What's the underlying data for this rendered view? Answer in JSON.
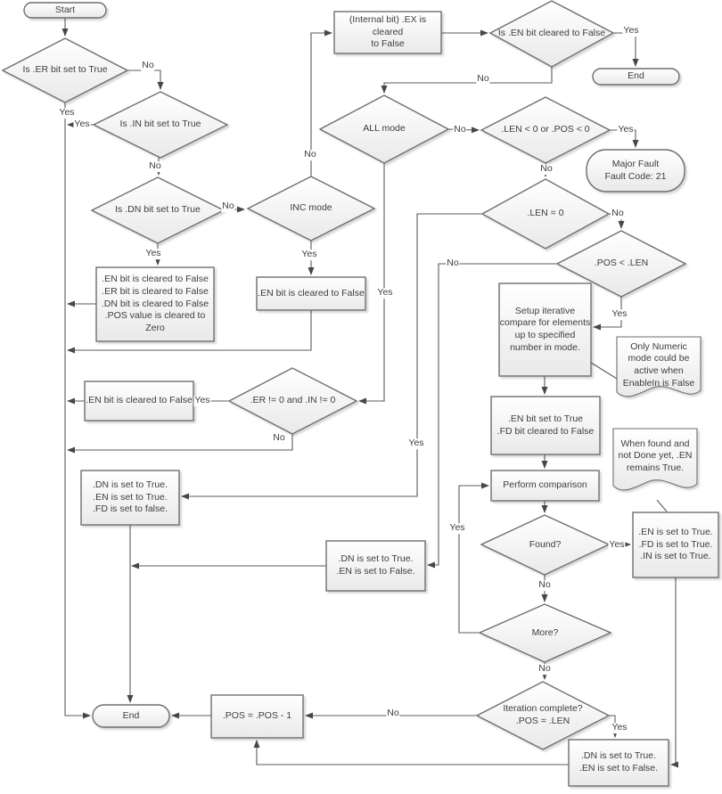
{
  "diagram": {
    "description": "Flowchart of instruction bit logic (.EN .ER .DN .FD .IN .POS .LEN)",
    "edge_labels": {
      "yes": "Yes",
      "no": "No"
    },
    "colors": {
      "background": "#ffffff",
      "shape_fill_top": "#ffffff",
      "shape_fill_bottom": "#e9e9e9",
      "shape_stroke": "#6e6e6e",
      "connector": "#5b5b5b",
      "text": "#3d3d3d"
    },
    "nodes": {
      "start": {
        "type": "terminator",
        "text": "Start"
      },
      "is_er": {
        "type": "decision",
        "text": "Is .ER bit set to True"
      },
      "is_in": {
        "type": "decision",
        "text": "Is .IN bit set to True"
      },
      "is_dn": {
        "type": "decision",
        "text": "Is .DN bit set to True"
      },
      "clear_all_bits": {
        "type": "process",
        "text": ".EN bit is cleared to False\n.ER bit is cleared to False\n.DN bit is cleared to False\n.POS value is cleared to Zero"
      },
      "inc_mode": {
        "type": "decision",
        "text": "INC mode"
      },
      "en_cleared_inc": {
        "type": "process",
        "text": ".EN bit is cleared to False"
      },
      "ex_cleared": {
        "type": "process",
        "text": "(Internal bit) .EX is cleared\nto False"
      },
      "is_en_cleared": {
        "type": "decision",
        "text": "Is .EN bit cleared to False"
      },
      "end_top": {
        "type": "terminator",
        "text": "End"
      },
      "all_mode": {
        "type": "decision",
        "text": "ALL mode"
      },
      "len_or_pos_neg": {
        "type": "decision",
        "text": ".LEN < 0 or .POS < 0"
      },
      "major_fault": {
        "type": "terminator",
        "text": "Major Fault\nFault Code: 21"
      },
      "len_zero": {
        "type": "decision",
        "text": ".LEN = 0"
      },
      "pos_lt_len": {
        "type": "decision",
        "text": ".POS < .LEN"
      },
      "setup_compare": {
        "type": "process",
        "text": "Setup iterative\ncompare for elements\nup to specified\nnumber in mode."
      },
      "note_numeric": {
        "type": "note",
        "text": "Only Numeric\nmode could be\nactive when\nEnableIn is False"
      },
      "en_true_fd_false": {
        "type": "process",
        "text": ".EN bit set to True\n.FD bit cleared to False"
      },
      "note_found": {
        "type": "note",
        "text": "When found and\nnot Done yet, .EN\nremains True."
      },
      "perform_comparison": {
        "type": "process",
        "text": "Perform comparison"
      },
      "found": {
        "type": "decision",
        "text": "Found?"
      },
      "en_fd_in_true": {
        "type": "process",
        "text": ".EN is set to True.\n.FD is set to True.\n.IN is set to True."
      },
      "more": {
        "type": "decision",
        "text": "More?"
      },
      "iteration_complete": {
        "type": "decision",
        "text": "Iteration complete?\n.POS = .LEN"
      },
      "dn_true_en_false_bottom": {
        "type": "process",
        "text": ".DN is set to True.\n.EN is set to False."
      },
      "pos_decrement": {
        "type": "process",
        "text": ".POS = .POS - 1"
      },
      "end_bottom": {
        "type": "terminator",
        "text": "End"
      },
      "er_in_nonzero": {
        "type": "decision",
        "text": ".ER != 0 and .IN != 0"
      },
      "en_cleared_er": {
        "type": "process",
        "text": ".EN bit is cleared to False"
      },
      "dn_en_true_fd_false": {
        "type": "process",
        "text": ".DN is set to True.\n.EN is set to True.\n.FD is set to false."
      },
      "dn_true_en_false_mid": {
        "type": "process",
        "text": ".DN is set to True.\n.EN is set to False."
      }
    }
  }
}
